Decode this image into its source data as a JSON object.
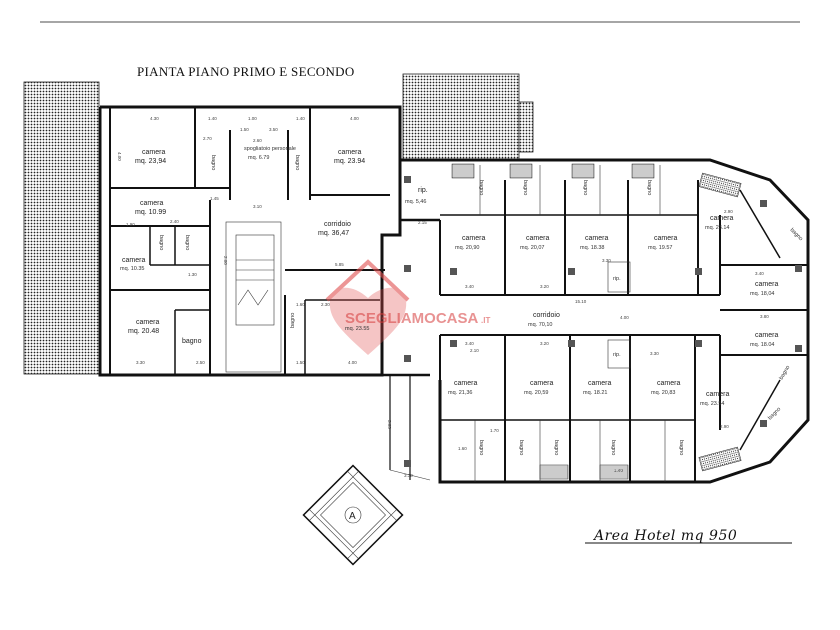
{
  "title": "PIANTA PIANO PRIMO E SECONDO",
  "area_note": "Area Hotel mq 950",
  "watermark": {
    "text": "SCEGLIAMOCASA",
    "suffix": ".IT",
    "color": "#d63a3a"
  },
  "stair_label": "A",
  "rooms": [
    {
      "id": "r1",
      "name": "camera",
      "area": "mq. 23,94"
    },
    {
      "id": "r2",
      "name": "bagno",
      "area": ""
    },
    {
      "id": "r3",
      "name": "spogliatoio personale",
      "area": "mq. 6.79"
    },
    {
      "id": "r4",
      "name": "bagno",
      "area": ""
    },
    {
      "id": "r5",
      "name": "camera",
      "area": "mq. 23.94"
    },
    {
      "id": "r6",
      "name": "camera",
      "area": "mq. 10.99"
    },
    {
      "id": "r7",
      "name": "camera",
      "area": "mq. 10.35"
    },
    {
      "id": "r8",
      "name": "bagno",
      "area": ""
    },
    {
      "id": "r9",
      "name": "bagno",
      "area": ""
    },
    {
      "id": "r10",
      "name": "corridoio",
      "area": "mq. 36,47"
    },
    {
      "id": "r11",
      "name": "camera",
      "area": "mq. 20.48"
    },
    {
      "id": "r12",
      "name": "bagno",
      "area": ""
    },
    {
      "id": "r13",
      "name": "bagno",
      "area": ""
    },
    {
      "id": "r14",
      "name": "",
      "area": "mq. 23.55"
    },
    {
      "id": "r15",
      "name": "rip.",
      "area": "mq. 5,46"
    },
    {
      "id": "r16",
      "name": "camera",
      "area": "mq. 20,90"
    },
    {
      "id": "r17",
      "name": "camera",
      "area": "mq. 20,07"
    },
    {
      "id": "r18",
      "name": "camera",
      "area": "mq. 18.38"
    },
    {
      "id": "r19",
      "name": "camera",
      "area": "mq. 19.57"
    },
    {
      "id": "r20",
      "name": "camera",
      "area": "mq. 23.14"
    },
    {
      "id": "r21",
      "name": "rip.",
      "area": ""
    },
    {
      "id": "r22",
      "name": "camera",
      "area": "mq. 18,04"
    },
    {
      "id": "r23",
      "name": "corridoio",
      "area": "mq. 70,10"
    },
    {
      "id": "r24",
      "name": "camera",
      "area": "mq. 18.04"
    },
    {
      "id": "r25",
      "name": "rip.",
      "area": ""
    },
    {
      "id": "r26",
      "name": "camera",
      "area": "mq. 21,36"
    },
    {
      "id": "r27",
      "name": "camera",
      "area": "mq. 20,59"
    },
    {
      "id": "r28",
      "name": "camera",
      "area": "mq. 18.21"
    },
    {
      "id": "r29",
      "name": "camera",
      "area": "mq. 20,83"
    },
    {
      "id": "r30",
      "name": "camera",
      "area": "mq. 23.54"
    },
    {
      "id": "b1",
      "name": "bagno",
      "area": ""
    },
    {
      "id": "b2",
      "name": "bagno",
      "area": ""
    },
    {
      "id": "b3",
      "name": "bagno",
      "area": ""
    },
    {
      "id": "b4",
      "name": "bagno",
      "area": ""
    },
    {
      "id": "b5",
      "name": "bagno",
      "area": ""
    },
    {
      "id": "b6",
      "name": "bagno",
      "area": ""
    },
    {
      "id": "b7",
      "name": "bagno",
      "area": ""
    },
    {
      "id": "b8",
      "name": "bagno",
      "area": ""
    },
    {
      "id": "b9",
      "name": "bagno",
      "area": ""
    },
    {
      "id": "b10",
      "name": "bagno",
      "area": ""
    },
    {
      "id": "b11",
      "name": "bagno",
      "area": ""
    },
    {
      "id": "b12",
      "name": "bagno",
      "area": ""
    }
  ],
  "dimensions": {
    "d1": "4.30",
    "d2": "1.40",
    "d3": "1.00",
    "d4": "1.40",
    "d5": "4.00",
    "d6": "2.70",
    "d7": "1.50",
    "d8": "3.50",
    "d9": "2.60",
    "d10": "1.90",
    "d11": "4.00",
    "d12": "3.10",
    "d13": "1.45",
    "d14": "2.40",
    "d15": "1.30",
    "d16": "2.00",
    "d17": "5.85",
    "d18": "1.60",
    "d19": "2.30",
    "d20": "3.30",
    "d21": "2.50",
    "d22": "1.50",
    "d23": "4.00",
    "d24": "3.65",
    "d25": "3.30",
    "d26": "15.10",
    "d27": "3.40",
    "d28": "3.20",
    "d29": "3.40",
    "d30": "3.20",
    "d31": "2.90",
    "d32": "3.40",
    "d33": "1.60",
    "d34": "1.70",
    "d35": "2.90",
    "d36": "1.40",
    "d37": "3.30",
    "d38": "4.00",
    "d39": "3.80",
    "d40": "2.10",
    "d41": "3.30",
    "d42": "2.15"
  }
}
